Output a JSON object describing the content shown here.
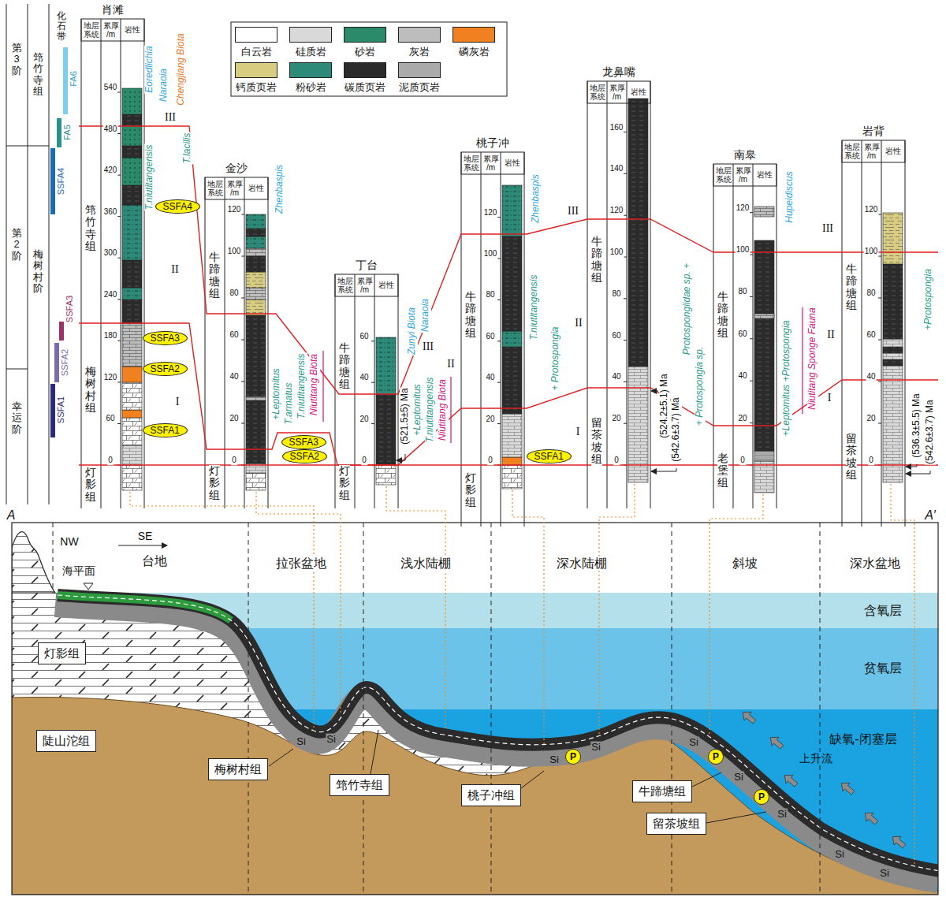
{
  "diagram": {
    "nodes": [
      {
        "text": [
          "SSFA4"
        ]
      },
      {
        "text": [
          "SSFA3"
        ]
      },
      {
        "text": [
          "SSFA2"
        ]
      },
      {
        "text": [
          "SSFA1"
        ]
      },
      {
        "text": [
          "SSFA3"
        ]
      },
      {
        "text": [
          "SSFA2"
        ]
      },
      {
        "text": [
          "SSFA1"
        ]
      },
      {
        "text": [
          "灯影组"
        ]
      },
      {
        "text": [
          "陡山沱组"
        ]
      },
      {
        "text": [
          "梅树村组"
        ]
      },
      {
        "text": [
          "筇竹寺组"
        ]
      },
      {
        "text": [
          "桃子冲组"
        ]
      },
      {
        "text": [
          "P"
        ]
      },
      {
        "text": [
          "牛蹄塘组"
        ]
      },
      {
        "text": [
          "留茶坡组"
        ]
      },
      {
        "text": [
          "P"
        ]
      },
      {
        "text": [
          "P"
        ]
      }
    ],
    "labels": [
      "第3阶",
      "第2阶",
      "幸运阶",
      "筇竹寺组",
      "梅树村阶",
      "化石带",
      "FA6",
      "FA5",
      "SSFA4",
      "SSFA3",
      "SSFA2",
      "SSFA1",
      "肖滩",
      "地层 系统",
      "累厚 /m",
      "岩性",
      "0",
      "60",
      "120",
      "180",
      "240",
      "300",
      "360",
      "420",
      "480",
      "540",
      "梅树村组",
      "筇竹寺组",
      "灯影组",
      "Eoredlichia",
      "Naraoia",
      "Chengjiang Biota",
      "T.niutitangensis",
      "T.lacilis",
      "III",
      "II",
      "I",
      "金沙",
      "地层 系统",
      "累厚 /m",
      "岩性",
      "0",
      "20",
      "40",
      "60",
      "80",
      "100",
      "120",
      "牛蹄塘组",
      "灯影组",
      "Zhenbaspis",
      "+Leptomitus",
      "T.armatus",
      "T.niutitangensis",
      "Niutitang Biota",
      "丁台",
      "地层 系统",
      "累厚 /m",
      "岩性",
      "0",
      "20",
      "40",
      "60",
      "牛蹄塘组",
      "灯影组",
      "(521.5±5) Ma",
      "Zunyi Biota",
      "Naraoia",
      "+Leptomitus",
      "T.niutitangensis",
      "Niutitang Biota",
      "III",
      "II",
      "桃子冲",
      "地层 系统",
      "累厚 /m",
      "岩性",
      "0",
      "20",
      "40",
      "60",
      "80",
      "100",
      "120",
      "牛蹄塘组",
      "灯影组",
      "Zhenbaspis",
      "T.niutitangensis",
      "+ Protospongia",
      "III",
      "II",
      "I",
      "龙鼻嘴",
      "地层 系统",
      "累厚 /m",
      "岩性",
      "0",
      "20",
      "40",
      "60",
      "80",
      "100",
      "120",
      "140",
      "160",
      "牛蹄塘组",
      "留茶坡组",
      "(524.2±5.1) Ma",
      "(542.6±3.7) Ma",
      "Protospongiidae sp. +",
      "+ Protospongia sp.",
      "南皋",
      "地层 系统",
      "累厚 /m",
      "岩性",
      "0",
      "20",
      "40",
      "60",
      "80",
      "100",
      "120",
      "牛蹄塘组",
      "老堡组",
      "Hupeidiscus",
      "+Leptomitus +Protospongia",
      "Niutitang Sponge Fauna",
      "岩背",
      "地层 系统",
      "累厚 /m",
      "岩性",
      "0",
      "20",
      "40",
      "60",
      "80",
      "100",
      "120",
      "牛蹄塘组",
      "留茶坡组",
      "(536.3±5.5) Ma",
      "(542.6±3.7) Ma",
      "+Protospongia",
      "III",
      "II",
      "I",
      "A",
      "A′",
      "NW",
      "SE",
      "海平面",
      "台地",
      "拉张盆地",
      "浅水陆棚",
      "深水陆棚",
      "斜坡",
      "深水盆地",
      "含氧层",
      "贫氧层",
      "缺氧-闭塞层",
      "上升流",
      "Si",
      "Si",
      "Si",
      "Si",
      "Si",
      "Si",
      "Si",
      "Si",
      "Si"
    ],
    "legend": [
      {
        "text": "白云岩",
        "color": "#ffffff"
      },
      {
        "text": "硅质岩",
        "color": "#d9d9d9"
      },
      {
        "text": "砂岩",
        "color": "#2a8a6a"
      },
      {
        "text": "灰岩",
        "color": "#bdbdbd"
      },
      {
        "text": "磷灰岩",
        "color": "#f08020"
      },
      {
        "text": "钙质页岩",
        "color": "#d8cc80"
      },
      {
        "text": "粉砂岩",
        "color": "#2e8a78"
      },
      {
        "text": "碳质页岩",
        "color": "#2b2b2b"
      },
      {
        "text": "泥质页岩",
        "color": "#aaaaaa"
      }
    ]
  }
}
